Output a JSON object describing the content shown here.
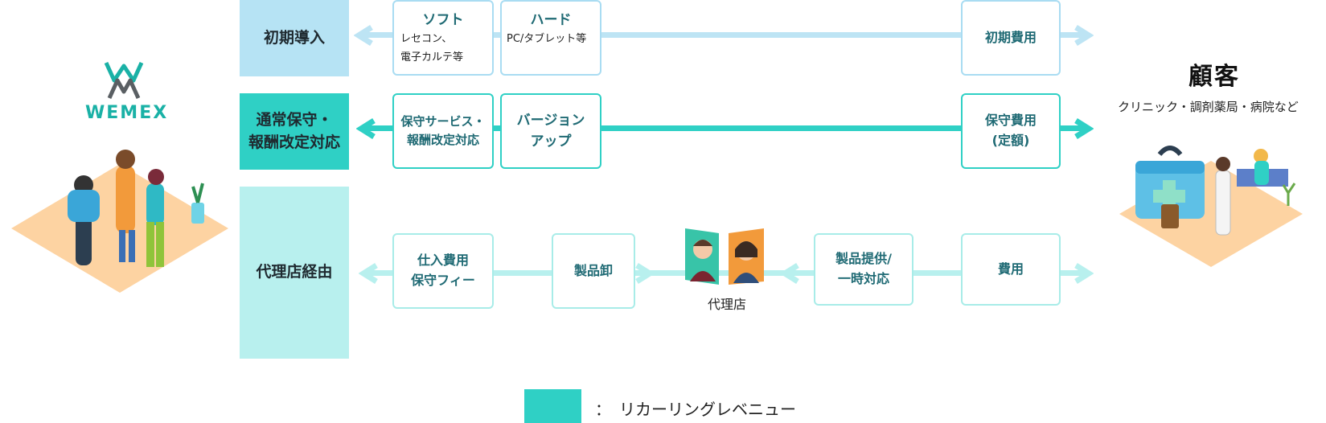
{
  "logo": {
    "text": "WEMEX",
    "colors": {
      "primary": "#1ab1a6",
      "mark_dark": "#5a5f63"
    }
  },
  "rows": [
    {
      "label": "初期導入",
      "color": "#b6e3f4"
    },
    {
      "label": "通常保守・\n報酬改定対応",
      "color": "#2fd0c5"
    },
    {
      "label": "代理店経由",
      "color": "#b8f0ee"
    }
  ],
  "boxes": {
    "soft": {
      "title": "ソフト",
      "lines": [
        "レセコン、",
        "電子カルテ等"
      ]
    },
    "hard": {
      "title": "ハード",
      "lines": [
        "PC/タブレット等"
      ]
    },
    "initial_fee": "初期費用",
    "maint_service": "保守サービス・\n報酬改定対応",
    "version_up": "バージョン\nアップ",
    "maint_fee": "保守費用\n(定額)",
    "purchase": "仕入費用\n保守フィー",
    "wholesale": "製品卸",
    "provide": "製品提供/\n一時対応",
    "fee": "費用"
  },
  "agency": {
    "label": "代理店"
  },
  "customer": {
    "title": "顧客",
    "subtitle": "クリニック・調剤薬局・病院など"
  },
  "legend": {
    "text": "：　リカーリングレベニュー",
    "color": "#2fd0c5"
  },
  "icons": [
    "wemex-logo-icon",
    "team-illustration-icon",
    "agency-people-icon",
    "clinic-illustration-icon",
    "arrow-head-icon"
  ]
}
